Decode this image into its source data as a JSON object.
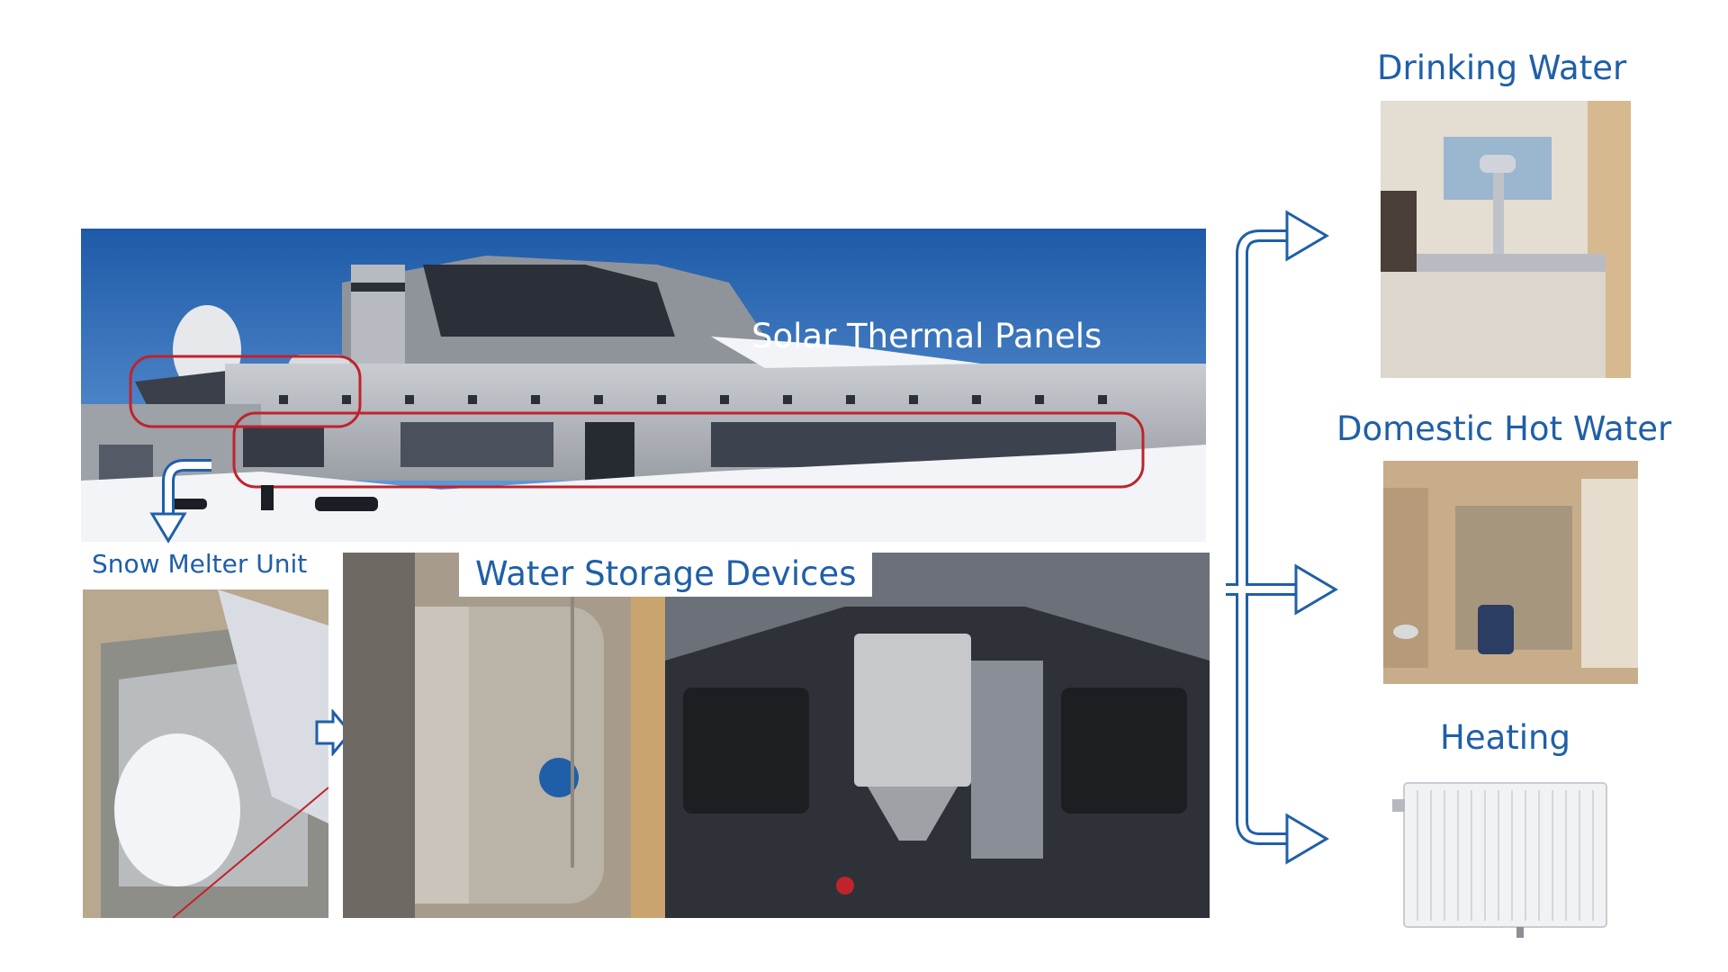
{
  "labels": {
    "solar_thermal_panels": "Solar Thermal Panels",
    "snow_melter_unit": "Snow Melter Unit",
    "water_storage_devices": "Water Storage Devices",
    "drinking_water": "Drinking Water",
    "domestic_hot_water": "Domestic Hot Water",
    "heating": "Heating"
  },
  "colors": {
    "label_blue": "#1f5fa8",
    "arrow_blue": "#1f5fa8",
    "highlight_red": "#c0232c",
    "sky_blue": "#2f6fc4",
    "snow": "#f2f4f7"
  },
  "icons": {
    "down_turn_arrow": "down-turn-arrow-icon",
    "right_arrow": "right-arrow-icon",
    "branch_arrows": "branch-arrows-icon"
  }
}
